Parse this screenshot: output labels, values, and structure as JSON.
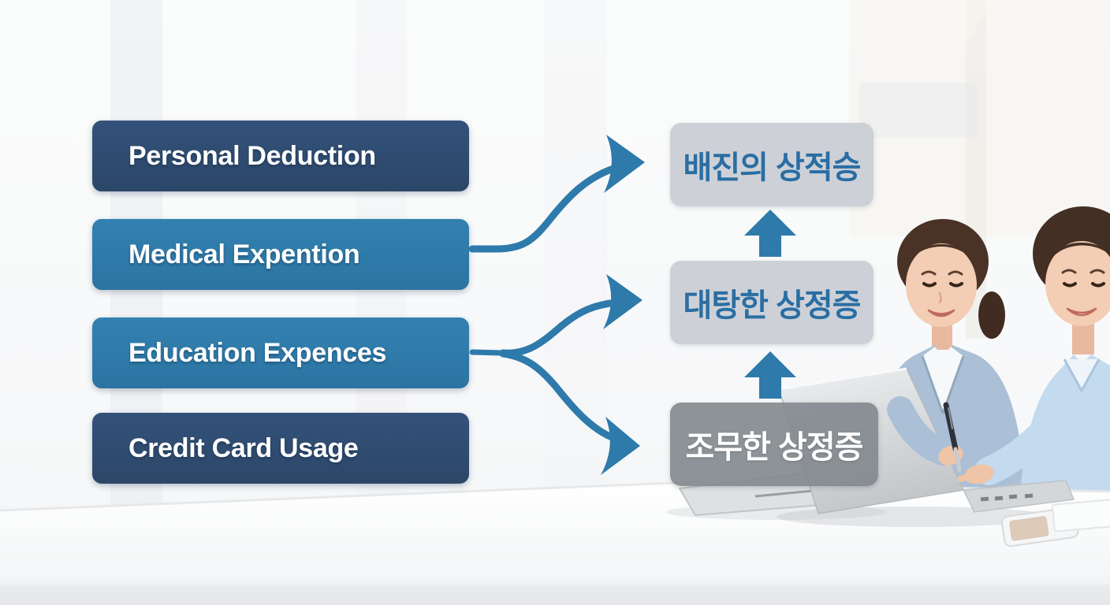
{
  "diagram": {
    "left_boxes": [
      {
        "label": "Personal Deduction",
        "tone": "navy"
      },
      {
        "label": "Medical Expention",
        "tone": "blue"
      },
      {
        "label": "Education Expences",
        "tone": "blue"
      },
      {
        "label": "Credit Card Usage",
        "tone": "navy"
      }
    ],
    "right_boxes": [
      {
        "label": "배진의 상적승",
        "tone": "light-gray",
        "text_color": "#2a6ea3"
      },
      {
        "label": "대탕한 상정증",
        "tone": "light-gray",
        "text_color": "#2a6ea3"
      },
      {
        "label": "조무한 상정증",
        "tone": "dark-gray",
        "text_color": "#ffffff"
      }
    ],
    "colors": {
      "navy_box": "#2e4a6d",
      "blue_box": "#2e7aa9",
      "arrow_blue": "#2e7aab",
      "light_gray_box": "#c9ced4",
      "dark_gray_box": "#878c92",
      "korean_text_blue": "#2a6ea3",
      "white_text": "#ffffff"
    }
  }
}
